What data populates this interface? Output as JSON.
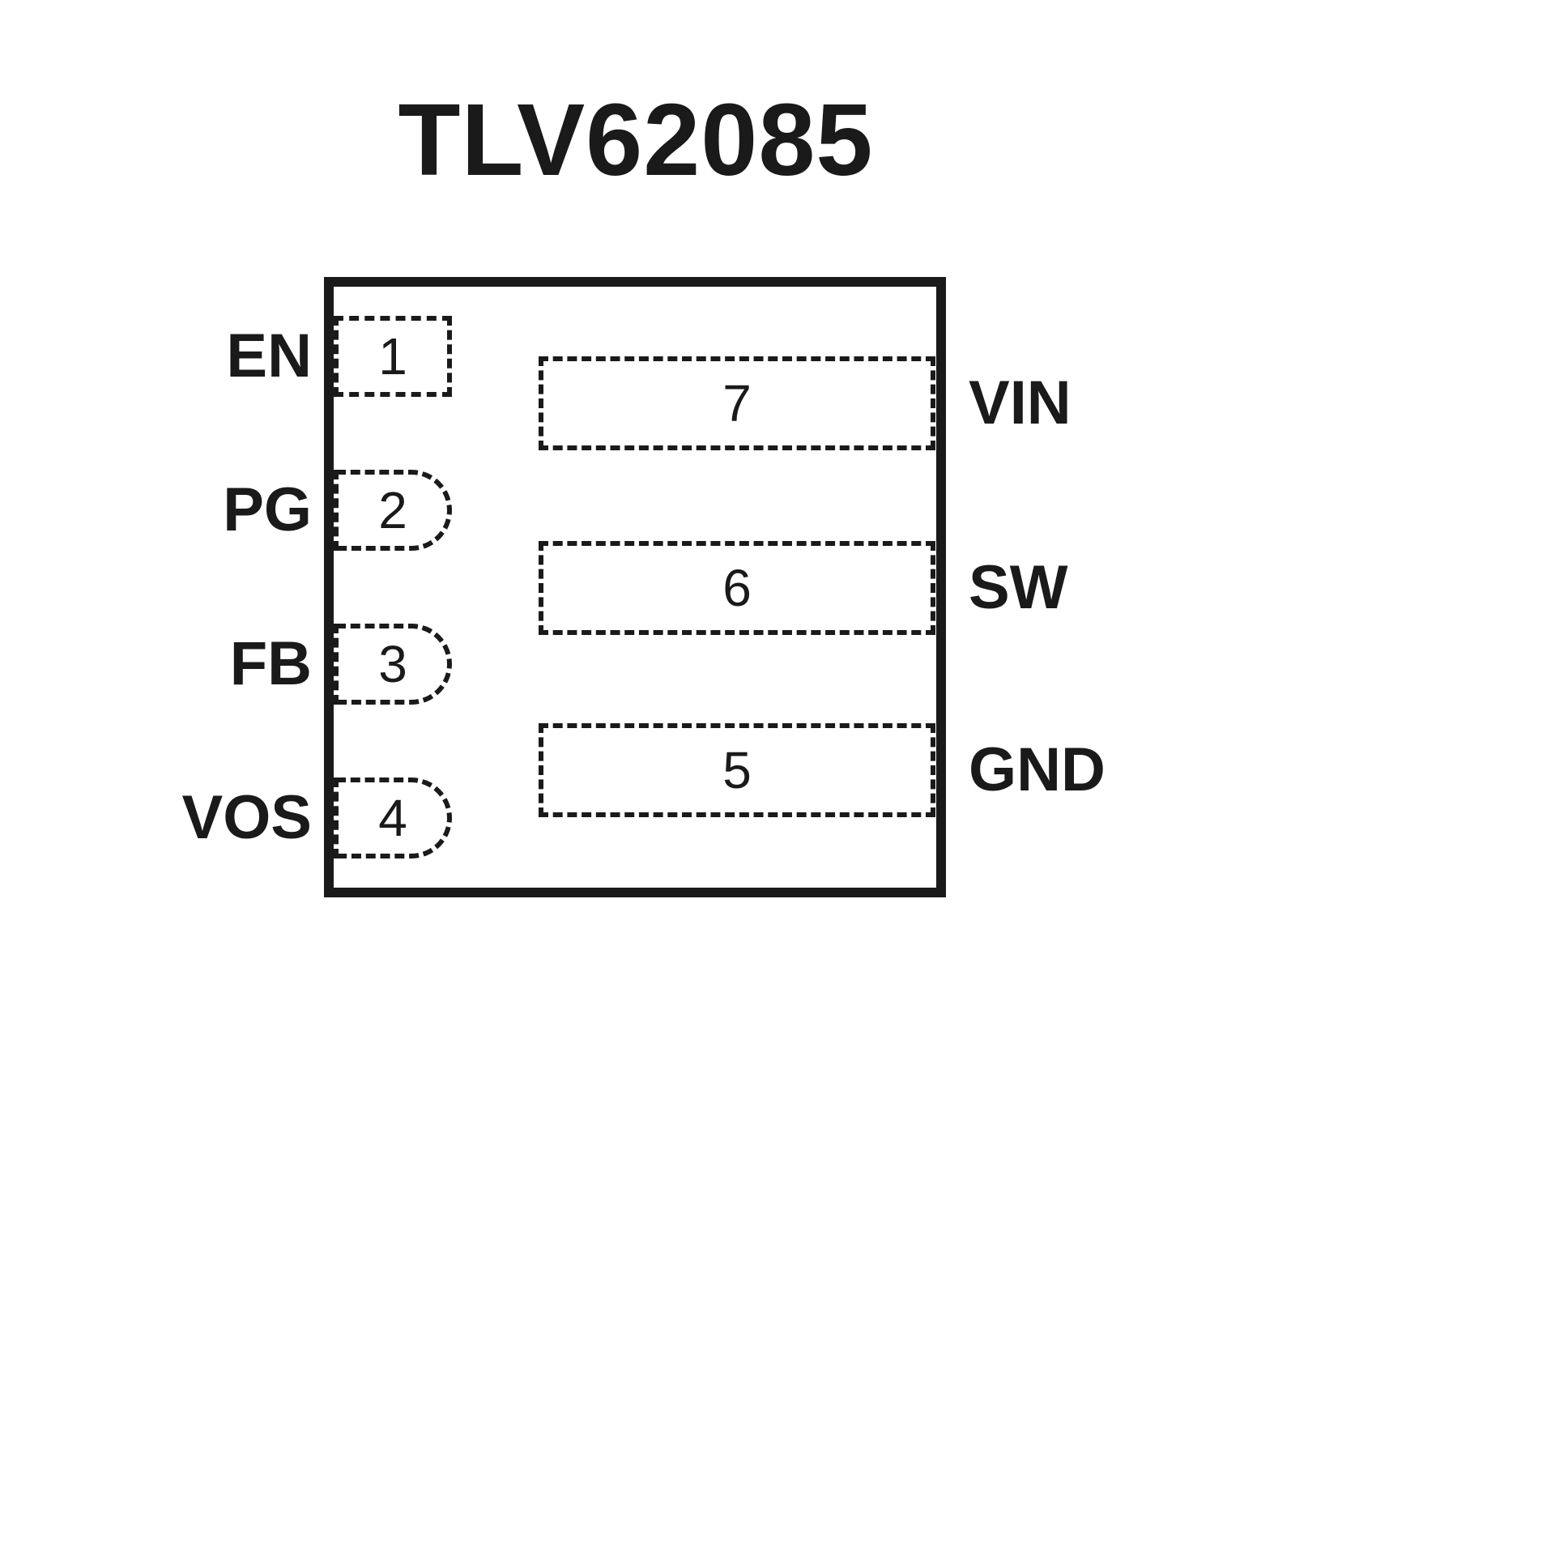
{
  "title": "TLV62085",
  "package": {
    "left_pins": [
      {
        "number": "1",
        "label": "EN",
        "shape": "rect"
      },
      {
        "number": "2",
        "label": "PG",
        "shape": "rounded"
      },
      {
        "number": "3",
        "label": "FB",
        "shape": "rounded"
      },
      {
        "number": "4",
        "label": "VOS",
        "shape": "rounded"
      }
    ],
    "right_pins": [
      {
        "number": "7",
        "label": "VIN"
      },
      {
        "number": "6",
        "label": "SW"
      },
      {
        "number": "5",
        "label": "GND"
      }
    ]
  },
  "colors": {
    "line": "#1a1a1a",
    "background": "#ffffff"
  }
}
